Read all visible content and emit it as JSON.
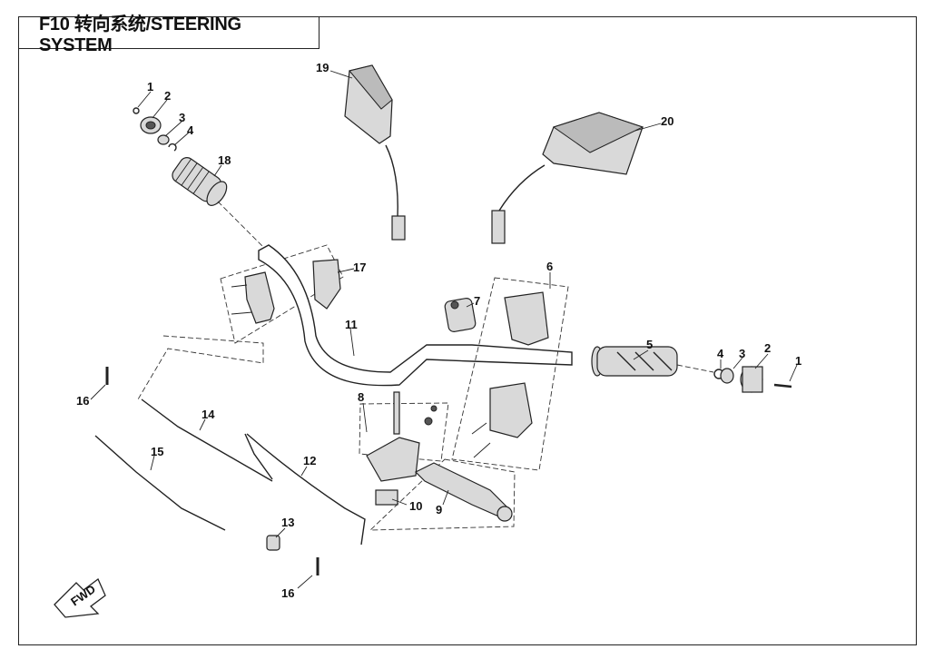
{
  "title": "F10  转向系统/STEERING SYSTEM",
  "fwd_label": "FWD",
  "callouts": [
    {
      "id": "c1a",
      "label": "1"
    },
    {
      "id": "c2a",
      "label": "2"
    },
    {
      "id": "c3a",
      "label": "3"
    },
    {
      "id": "c4a",
      "label": "4"
    },
    {
      "id": "c18",
      "label": "18"
    },
    {
      "id": "c19",
      "label": "19"
    },
    {
      "id": "c20",
      "label": "20"
    },
    {
      "id": "c17",
      "label": "17"
    },
    {
      "id": "c11",
      "label": "11"
    },
    {
      "id": "c7",
      "label": "7"
    },
    {
      "id": "c6",
      "label": "6"
    },
    {
      "id": "c5",
      "label": "5"
    },
    {
      "id": "c4b",
      "label": "4"
    },
    {
      "id": "c3b",
      "label": "3"
    },
    {
      "id": "c2b",
      "label": "2"
    },
    {
      "id": "c1b",
      "label": "1"
    },
    {
      "id": "c16a",
      "label": "16"
    },
    {
      "id": "c14",
      "label": "14"
    },
    {
      "id": "c15",
      "label": "15"
    },
    {
      "id": "c8",
      "label": "8"
    },
    {
      "id": "c12",
      "label": "12"
    },
    {
      "id": "c10",
      "label": "10"
    },
    {
      "id": "c9",
      "label": "9"
    },
    {
      "id": "c13",
      "label": "13"
    },
    {
      "id": "c16b",
      "label": "16"
    }
  ]
}
